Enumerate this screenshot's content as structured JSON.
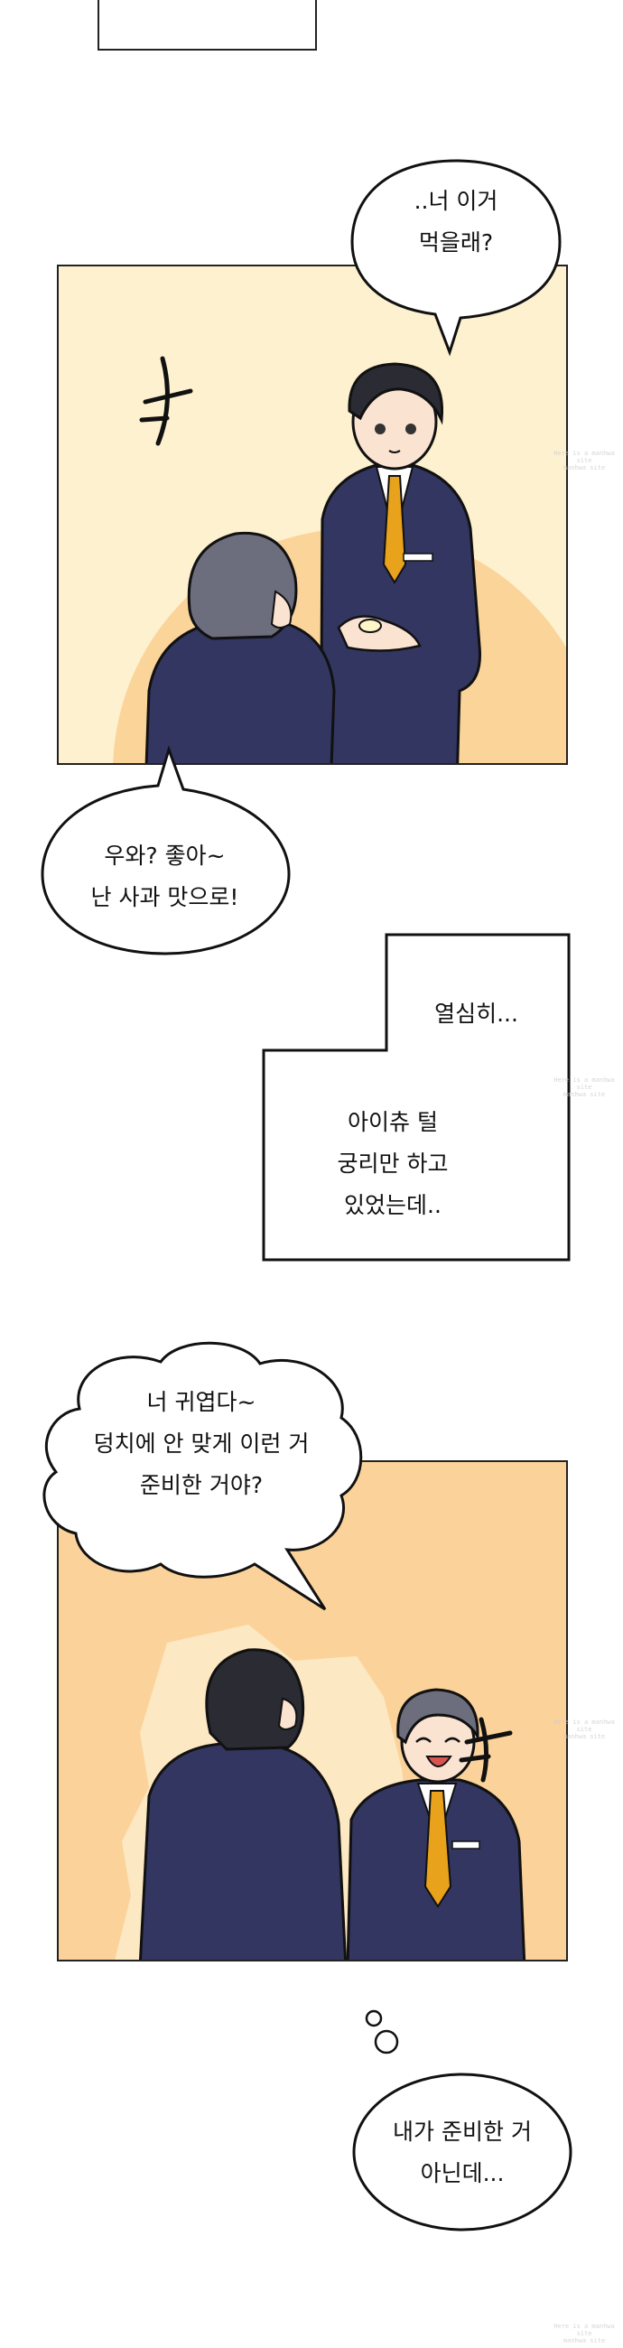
{
  "bubbles": {
    "b1": {
      "line1": "..너 이거",
      "line2": "먹을래?"
    },
    "b2": {
      "line1": "우와? 좋아~",
      "line2": "난 사과 맛으로!"
    },
    "b3": {
      "line1": "너 귀엽다~",
      "line2": "덩치에 안 맞게 이런 거",
      "line3": "준비한 거야?"
    },
    "b4": {
      "line1": "내가 준비한 거",
      "line2": "아닌데..."
    }
  },
  "narration": {
    "n1": {
      "line1": "열심히..."
    },
    "n2": {
      "line1": "아이츄 털",
      "line2": "궁리만 하고",
      "line3": "있었는데.."
    }
  },
  "sfx": {
    "twitch_symbol": "✗"
  },
  "watermark": {
    "line1": "Here is a manhwa site",
    "line2": "manhwa site"
  },
  "colors": {
    "panel1_bg": "#fdf1cf",
    "panel1_glow": "#fbd49a",
    "panel2_bg": "#fbd39a",
    "panel2_glow": "#fde8c4",
    "suit": "#323660",
    "hair_dark": "#2a2b33",
    "hair_gray": "#6d6e7d",
    "tie": "#e8a21b",
    "skin": "#fbe3d2",
    "ink": "#111111"
  }
}
